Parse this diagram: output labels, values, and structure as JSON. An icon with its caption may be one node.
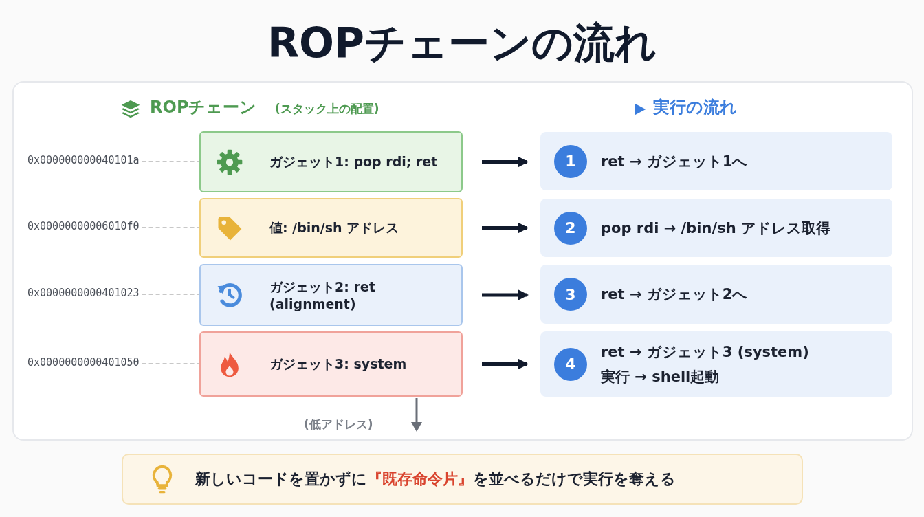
{
  "diagram": {
    "title": "ROPチェーンの流れ",
    "nodes": [
      {
        "text": [
          "ガジェット1: pop rdi; ret"
        ]
      },
      {
        "text": [
          "値: /bin/sh アドレス"
        ]
      },
      {
        "text": [
          "ガジェット2: ret (alignment)"
        ]
      },
      {
        "text": [
          "ガジェット3: system"
        ]
      },
      {
        "text": [
          "1",
          "ret → ガジェット1へ"
        ]
      },
      {
        "text": [
          "2",
          "pop rdi → /bin/sh アドレス取得"
        ]
      },
      {
        "text": [
          "3",
          "ret → ガジェット2へ"
        ]
      },
      {
        "text": [
          "4",
          "ret → ガジェット3 (system) 実行 → shell起動"
        ]
      },
      {
        "text": [
          "0x000000000040101a"
        ]
      },
      {
        "text": [
          "0x00000000006010f0"
        ]
      },
      {
        "text": [
          "0x0000000000401023"
        ]
      },
      {
        "text": [
          "0x0000000000401050"
        ]
      },
      {
        "text": [
          "新しいコードを置かずに**『既存命令片』**を並べるだけで実行を奪える"
        ]
      }
    ],
    "edges": [
      {
        "from": 8,
        "to": 0,
        "arrow": "none",
        "style": "dashed",
        "color": "#c8c8c8"
      },
      {
        "from": 9,
        "to": 1,
        "arrow": "none",
        "style": "dashed",
        "color": "#c8c8c8"
      },
      {
        "from": 10,
        "to": 2,
        "arrow": "none",
        "style": "dashed",
        "color": "#c8c8c8"
      },
      {
        "from": 11,
        "to": 3,
        "arrow": "none",
        "style": "dashed",
        "color": "#c8c8c8"
      },
      {
        "from": 0,
        "to": 4,
        "arrow": "to",
        "style": "thick",
        "color": "#111a2c"
      },
      {
        "from": 1,
        "to": 5,
        "arrow": "to",
        "style": "thick",
        "color": "#111a2c"
      },
      {
        "from": 2,
        "to": 6,
        "arrow": "to",
        "style": "thick",
        "color": "#111a2c"
      },
      {
        "from": 3,
        "to": 7,
        "arrow": "to",
        "style": "thick",
        "color": "#111a2c"
      }
    ],
    "labels": [
      "ROPチェーン",
      "(スタック上の配置)",
      "実行の流れ",
      "(低アドレス)"
    ]
  }
}
